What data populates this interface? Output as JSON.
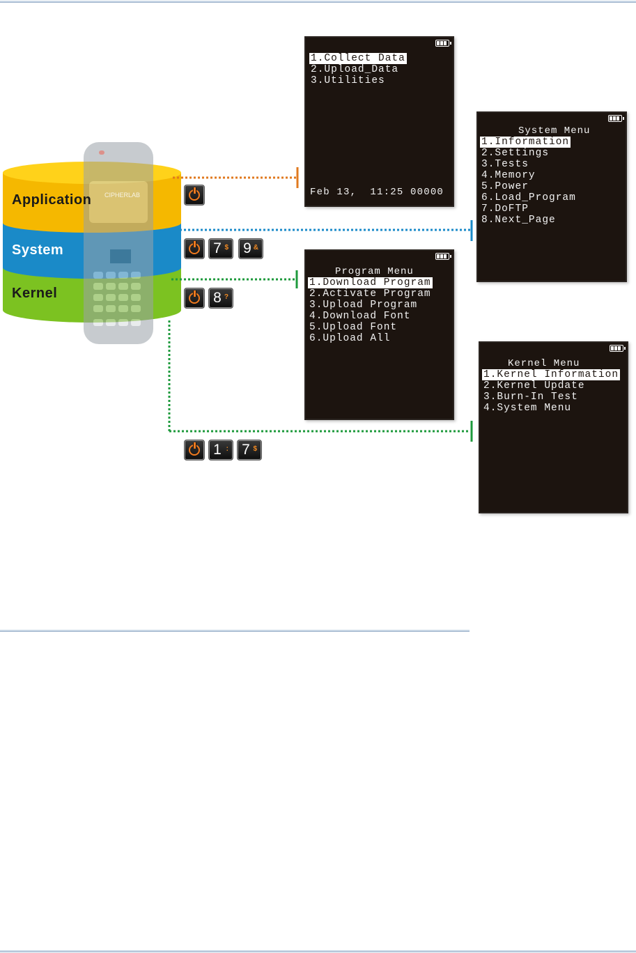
{
  "layers": {
    "application": "Application",
    "system": "System",
    "kernel": "Kernel"
  },
  "device_logo": "CIPHERLAB",
  "keys": {
    "app": [
      {
        "icon": "power-icon"
      }
    ],
    "system": [
      {
        "icon": "power-icon"
      },
      {
        "num": "7",
        "sym": "$"
      },
      {
        "num": "9",
        "sym": "&"
      }
    ],
    "program": [
      {
        "icon": "power-icon"
      },
      {
        "num": "8",
        "sym": "?"
      }
    ],
    "kernel": [
      {
        "icon": "power-icon"
      },
      {
        "num": "1",
        "sym": ":"
      },
      {
        "num": "7",
        "sym": "$"
      }
    ]
  },
  "app_screen": {
    "items": [
      "1.Collect Data",
      "2.Upload_Data",
      "3.Utilities"
    ],
    "selected": 0,
    "status": "Feb 13,  11:25 00000"
  },
  "system_screen": {
    "title": "System Menu",
    "items": [
      "1.Information",
      "2.Settings",
      "3.Tests",
      "4.Memory",
      "5.Power",
      "6.Load_Program",
      "7.DoFTP",
      "8.Next_Page"
    ],
    "selected": 0
  },
  "program_screen": {
    "title": "Program Menu",
    "items": [
      "1.Download Program",
      "2.Activate Program",
      "3.Upload Program",
      "4.Download Font",
      "5.Upload Font",
      "6.Upload All"
    ],
    "selected": 0
  },
  "kernel_screen": {
    "title": "Kernel Menu",
    "items": [
      "1.Kernel Information",
      "2.Kernel Update",
      "3.Burn-In Test",
      "4.System Menu"
    ],
    "selected": 0
  },
  "colors": {
    "application": "#f5b800",
    "system": "#1a8ac8",
    "kernel": "#7cc221",
    "app_line": "#e07a1f",
    "sys_line": "#1a8ac8",
    "kernel_line": "#1e9a3c"
  }
}
